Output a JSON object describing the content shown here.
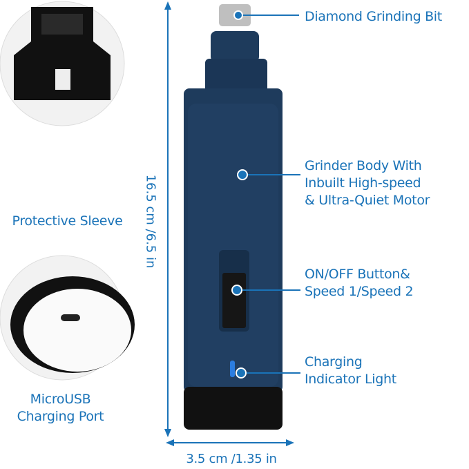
{
  "callouts": {
    "bit": "Diamond Grinding Bit",
    "body": [
      "Grinder Body With",
      "Inbuilt High-speed",
      "& Ultra-Quiet Motor"
    ],
    "button": [
      "ON/OFF Button&",
      "Speed 1/Speed 2"
    ],
    "indicator": [
      "Charging",
      "Indicator Light"
    ]
  },
  "insets": {
    "sleeve": "Protective Sleeve",
    "port": [
      "MicroUSB",
      "Charging Port"
    ]
  },
  "dimensions": {
    "height": "16.5 cm /6.5 in",
    "width": "3.5 cm /1.35 in"
  },
  "colors": {
    "accent": "#1a73b8",
    "device": "#1e3b5c",
    "black": "#111111"
  }
}
